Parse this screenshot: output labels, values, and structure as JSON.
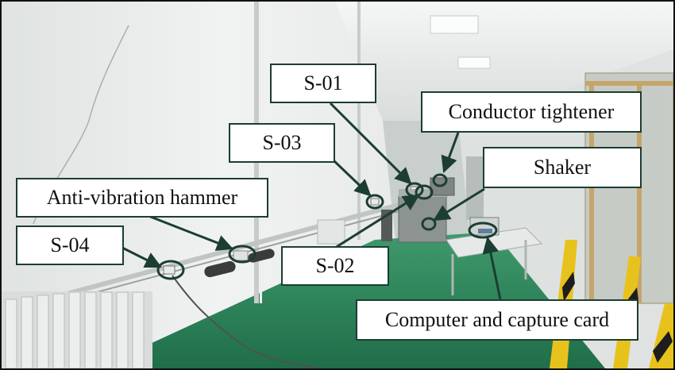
{
  "callouts": {
    "s01": "S-01",
    "s02": "S-02",
    "s03": "S-03",
    "s04": "S-04",
    "conductor_tightener": "Conductor tightener",
    "shaker": "Shaker",
    "anti_vibration_hammer": "Anti-vibration hammer",
    "computer_capture_card": "Computer and capture card"
  },
  "colors": {
    "callout_line": "#1c3d33",
    "floor": "#2f8a5e",
    "wall": "#ebedec",
    "cable": "#4d5350",
    "frame_yellow": "#e8c21c"
  }
}
